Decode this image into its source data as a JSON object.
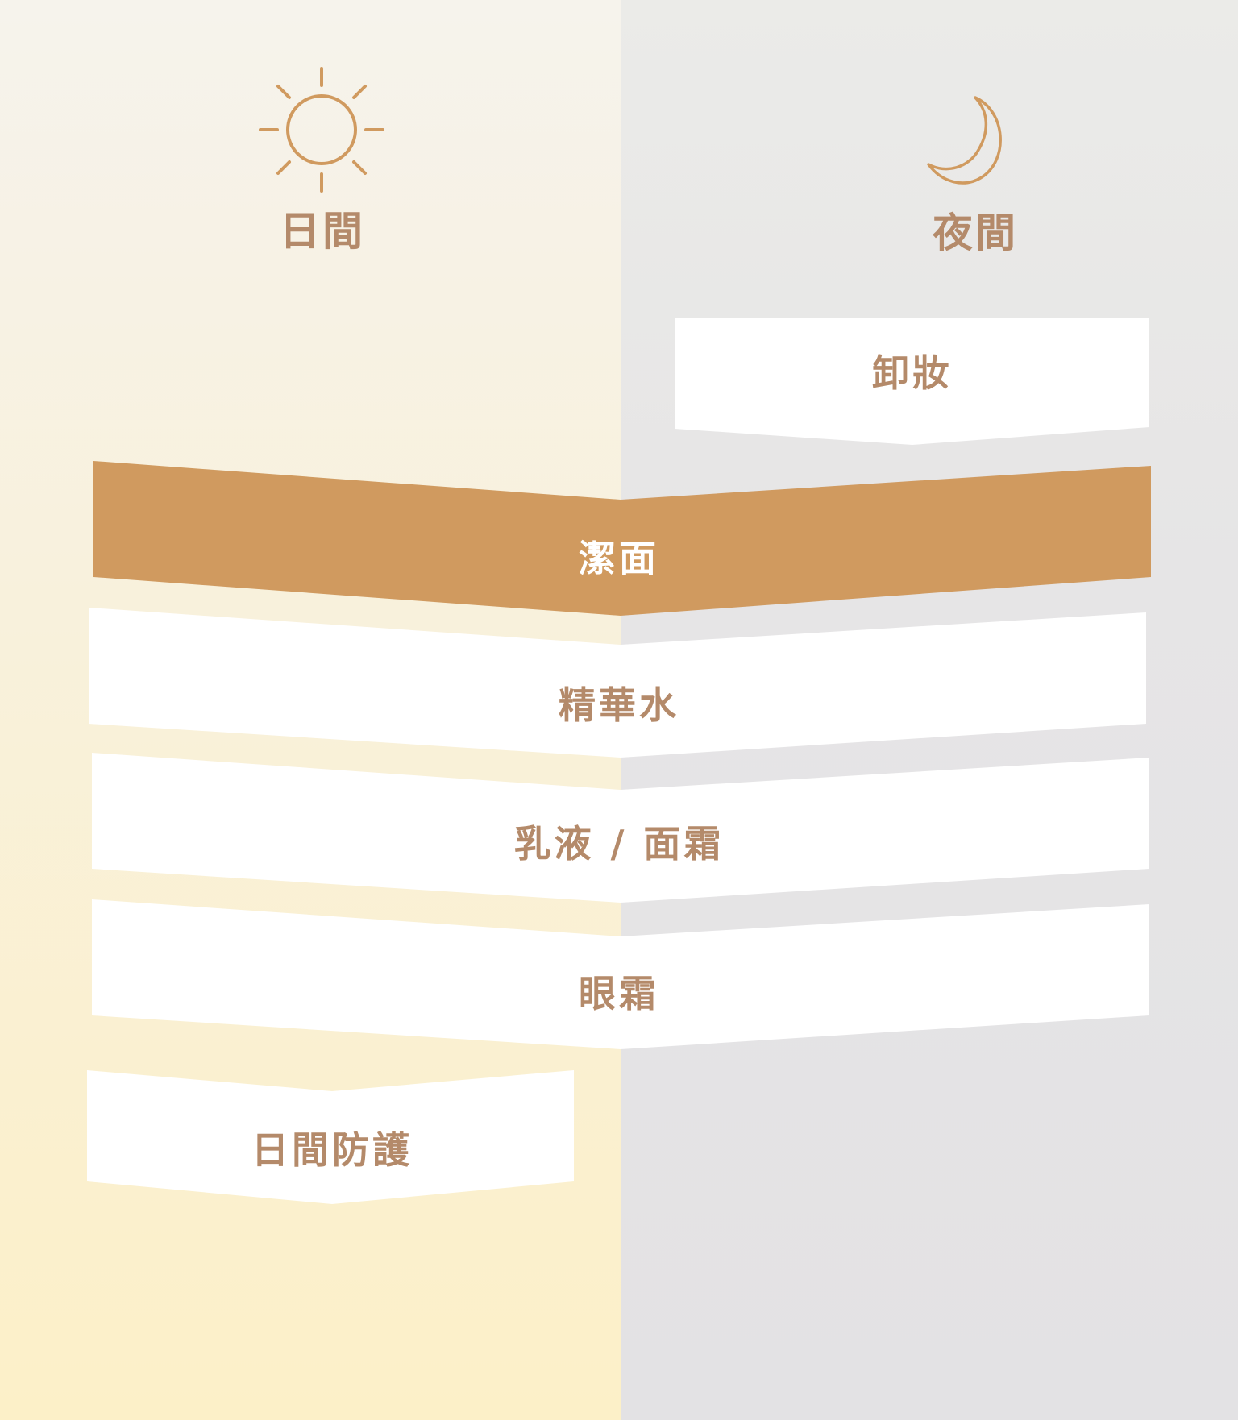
{
  "day": {
    "label": "日間",
    "icon": "sun-icon"
  },
  "night": {
    "label": "夜間",
    "icon": "moon-icon"
  },
  "steps": {
    "makeup_removal": "卸妝",
    "cleansing": "潔面",
    "essence": "精華水",
    "lotion_cream": "乳液 / 面霜",
    "eye_cream": "眼霜",
    "day_protection": "日間防護"
  },
  "colors": {
    "accent": "#d09a5f",
    "text_brown": "#b48a6a",
    "step_fill": "#ffffff",
    "day_bg": "#fcf0c8",
    "night_bg": "#e4e3e5"
  }
}
